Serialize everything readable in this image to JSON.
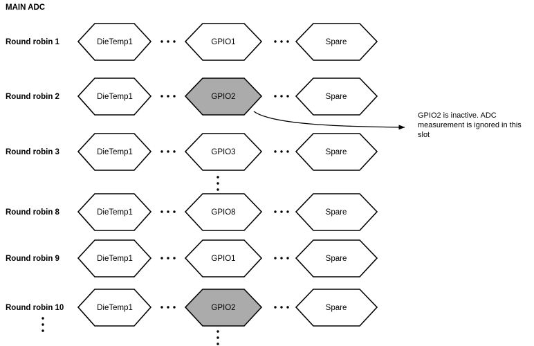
{
  "diagram": {
    "title": "MAIN ADC",
    "columns": [
      "slot-first",
      "separator-1",
      "slot-gpio",
      "separator-2",
      "slot-last"
    ],
    "rows": [
      {
        "label": "Round robin 1",
        "cells": [
          {
            "text": "DieTemp1",
            "state": "active"
          },
          {
            "text": "GPIO1",
            "state": "active"
          },
          {
            "text": "Spare",
            "state": "active"
          }
        ]
      },
      {
        "label": "Round robin 2",
        "cells": [
          {
            "text": "DieTemp1",
            "state": "active"
          },
          {
            "text": "GPIO2",
            "state": "inactive"
          },
          {
            "text": "Spare",
            "state": "active"
          }
        ]
      },
      {
        "label": "Round robin 3",
        "cells": [
          {
            "text": "DieTemp1",
            "state": "active"
          },
          {
            "text": "GPIO3",
            "state": "active"
          },
          {
            "text": "Spare",
            "state": "active"
          }
        ]
      },
      {
        "label": "Round robin 8",
        "cells": [
          {
            "text": "DieTemp1",
            "state": "active"
          },
          {
            "text": "GPIO8",
            "state": "active"
          },
          {
            "text": "Spare",
            "state": "active"
          }
        ]
      },
      {
        "label": "Round robin 9",
        "cells": [
          {
            "text": "DieTemp1",
            "state": "active"
          },
          {
            "text": "GPIO1",
            "state": "active"
          },
          {
            "text": "Spare",
            "state": "active"
          }
        ]
      },
      {
        "label": "Round robin 10",
        "cells": [
          {
            "text": "DieTemp1",
            "state": "active"
          },
          {
            "text": "GPIO2",
            "state": "inactive"
          },
          {
            "text": "Spare",
            "state": "active"
          }
        ]
      }
    ],
    "horizontal_ellipsis": "...",
    "vertical_ellipsis": "⋮",
    "annotation": {
      "line1": "GPIO2 is inactive.  ADC",
      "line2": "measurement is ignored in this",
      "line3": "slot"
    },
    "colors": {
      "inactive_fill": "#ababab",
      "active_fill": "#ffffff",
      "stroke": "#000000",
      "text": "#000000"
    }
  }
}
